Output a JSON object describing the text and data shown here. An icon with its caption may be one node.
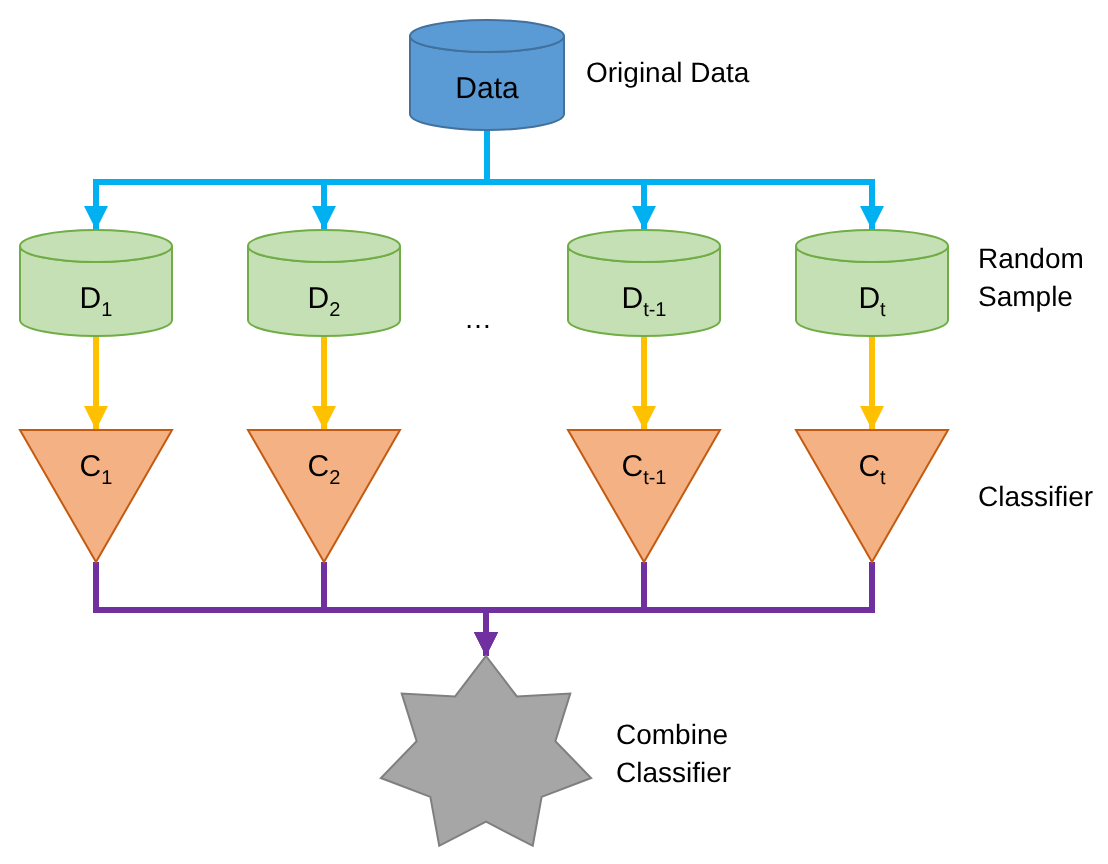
{
  "diagram": {
    "nodes": [
      {
        "text": [
          "Data"
        ],
        "beside": [
          "Original Data"
        ]
      },
      {
        "text": [
          "D$_{1}$"
        ]
      },
      {
        "text": [
          "D$_{2}$"
        ]
      },
      {
        "text": [
          "D$_{t-1}$"
        ]
      },
      {
        "text": [
          "D$_{t}$"
        ],
        "beside": [
          "Random Sample"
        ]
      },
      {
        "text": [
          "C$_{1}$"
        ]
      },
      {
        "text": [
          "C$_{2}$"
        ]
      },
      {
        "text": [
          "C$_{t-1}$"
        ]
      },
      {
        "text": [
          "C$_{t}$"
        ],
        "beside": [
          "Classifier"
        ]
      },
      {
        "text": [],
        "shape": "star",
        "beside": [
          "Combine Classifier"
        ]
      }
    ],
    "edges": [
      {
        "from": 0,
        "to": 1,
        "arrow": "to",
        "color": "#00b0f0"
      },
      {
        "from": 0,
        "to": 2,
        "arrow": "to",
        "color": "#00b0f0"
      },
      {
        "from": 0,
        "to": 3,
        "arrow": "to",
        "color": "#00b0f0"
      },
      {
        "from": 0,
        "to": 4,
        "arrow": "to",
        "color": "#00b0f0"
      },
      {
        "from": 1,
        "to": 5,
        "arrow": "to",
        "color": "#ffc000"
      },
      {
        "from": 2,
        "to": 6,
        "arrow": "to",
        "color": "#ffc000"
      },
      {
        "from": 3,
        "to": 7,
        "arrow": "to",
        "color": "#ffc000"
      },
      {
        "from": 4,
        "to": 8,
        "arrow": "to",
        "color": "#ffc000"
      },
      {
        "from": 5,
        "to": 9,
        "arrow": "to",
        "color": "#7030a0"
      },
      {
        "from": 6,
        "to": 9,
        "arrow": "to",
        "color": "#7030a0"
      },
      {
        "from": 7,
        "to": 9,
        "arrow": "to",
        "color": "#7030a0"
      },
      {
        "from": 8,
        "to": 9,
        "arrow": "to",
        "color": "#7030a0"
      }
    ],
    "labels": [
      "…"
    ]
  }
}
